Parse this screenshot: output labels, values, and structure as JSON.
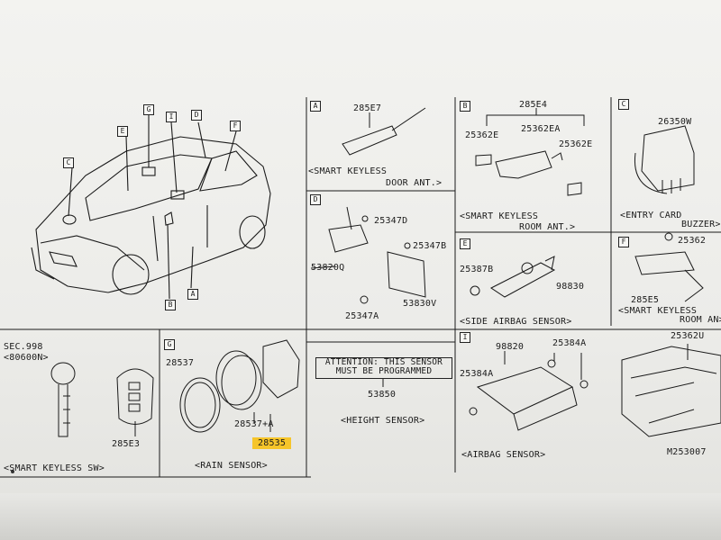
{
  "callouts": {
    "a": "A",
    "b": "B",
    "c": "C",
    "d": "D",
    "e": "E",
    "f": "F",
    "g": "G",
    "i": "I"
  },
  "panels": {
    "A": {
      "letter": "A",
      "part": "285E7",
      "caption1": "<SMART KEYLESS",
      "caption2": "DOOR ANT.>"
    },
    "B": {
      "letter": "B",
      "part_top": "285E4",
      "p1": "25362E",
      "p2": "25362EA",
      "p3": "25362E",
      "caption1": "<SMART KEYLESS",
      "caption2": "ROOM ANT.>"
    },
    "C": {
      "letter": "C",
      "part": "26350W",
      "caption1": "<ENTRY CARD",
      "caption2": "BUZZER>"
    },
    "D": {
      "letter": "D",
      "p1": "25347D",
      "p2": "25347B",
      "p3": "53820Q",
      "p4": "53830V",
      "p5": "25347A"
    },
    "E": {
      "letter": "E",
      "p1": "25387B",
      "p2": "98830",
      "caption": "<SIDE AIRBAG SENSOR>"
    },
    "F": {
      "letter": "F",
      "p1": "25362",
      "p2": "285E5",
      "caption1": "<SMART KEYLESS",
      "caption2": "ROOM AN>"
    },
    "G": {
      "letter": "G",
      "p1": "28537",
      "p2": "28537+A",
      "p3": "28535",
      "caption": "<RAIN SENSOR>"
    },
    "I": {
      "letter": "I",
      "p1": "98820",
      "p2": "25384A",
      "p3": "25384A",
      "p4": "25362U",
      "caption": "<AIRBAG SENSOR>",
      "code": "M253007"
    },
    "keyless": {
      "p1": "SEC.998",
      "p2": "<80600N>",
      "p3": "285E3",
      "caption": "<SMART KEYLESS SW>"
    },
    "height": {
      "attention1": "ATTENTION: THIS SENSOR",
      "attention2": "MUST BE PROGRAMMED",
      "part": "53850",
      "caption": "<HEIGHT SENSOR>"
    }
  }
}
